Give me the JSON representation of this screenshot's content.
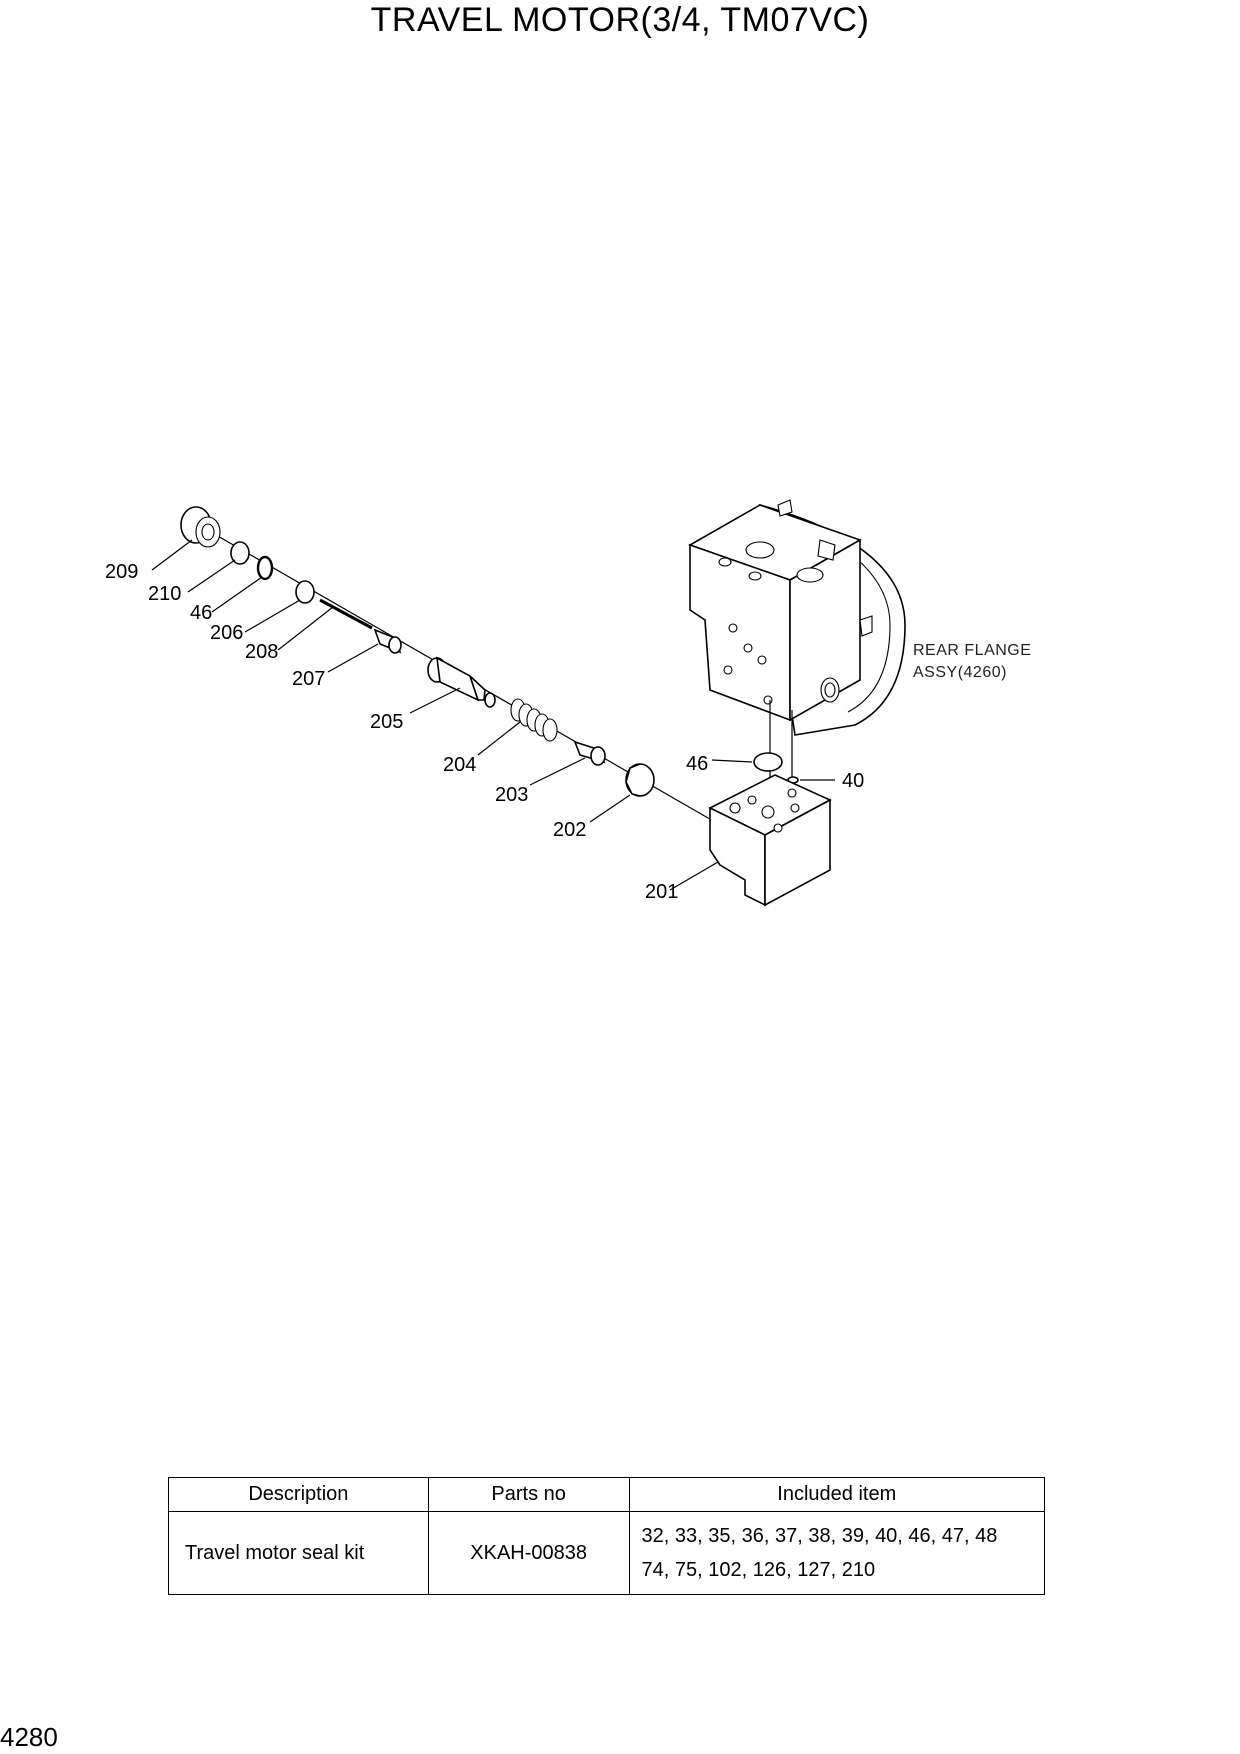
{
  "title": "TRAVEL MOTOR(3/4, TM07VC)",
  "page_number": "4280",
  "callouts": {
    "c209": "209",
    "c210": "210",
    "c46a": "46",
    "c206": "206",
    "c208": "208",
    "c207": "207",
    "c205": "205",
    "c204": "204",
    "c203": "203",
    "c202": "202",
    "c201": "201",
    "c46b": "46",
    "c40": "40"
  },
  "rear_flange_note": {
    "line1": "REAR FLANGE",
    "line2": "ASSY(4260)"
  },
  "parts_table": {
    "headers": {
      "description": "Description",
      "parts_no": "Parts no",
      "included_item": "Included item"
    },
    "rows": [
      {
        "description": "Travel motor seal kit",
        "parts_no": "XKAH-00838",
        "included_line1": "32, 33, 35, 36, 37, 38, 39, 40, 46, 47, 48",
        "included_line2": "74, 75, 102, 126, 127, 210"
      }
    ]
  }
}
